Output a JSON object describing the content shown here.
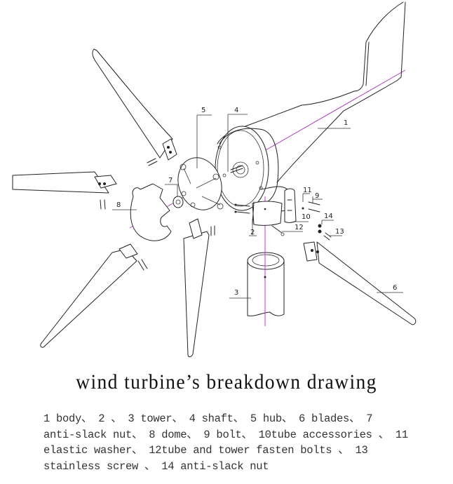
{
  "title": "wind turbine’s breakdown drawing",
  "axis_color": "#b040c0",
  "line_color": "#222222",
  "callouts": [
    {
      "num": "1",
      "part": "body"
    },
    {
      "num": "2",
      "part": ""
    },
    {
      "num": "3",
      "part": "tower"
    },
    {
      "num": "4",
      "part": "shaft"
    },
    {
      "num": "5",
      "part": "hub"
    },
    {
      "num": "6",
      "part": "blades"
    },
    {
      "num": "7",
      "part": "anti-slack nut"
    },
    {
      "num": "8",
      "part": "dome"
    },
    {
      "num": "9",
      "part": "bolt"
    },
    {
      "num": "10",
      "part": "tube accessories"
    },
    {
      "num": "11",
      "part": "elastic washer"
    },
    {
      "num": "12",
      "part": "tube and tower fasten bolts"
    },
    {
      "num": "13",
      "part": "stainless screw"
    },
    {
      "num": "14",
      "part": "anti-slack nut"
    }
  ],
  "legend_lines": [
    "1 body、 2 、 3 tower、 4 shaft、 5 hub、 6 blades、 7",
    "anti-slack nut、 8 dome、 9 bolt、 10tube accessories 、 11",
    "elastic washer、 12tube and tower fasten bolts 、 13",
    "stainless screw 、 14 anti-slack nut"
  ]
}
